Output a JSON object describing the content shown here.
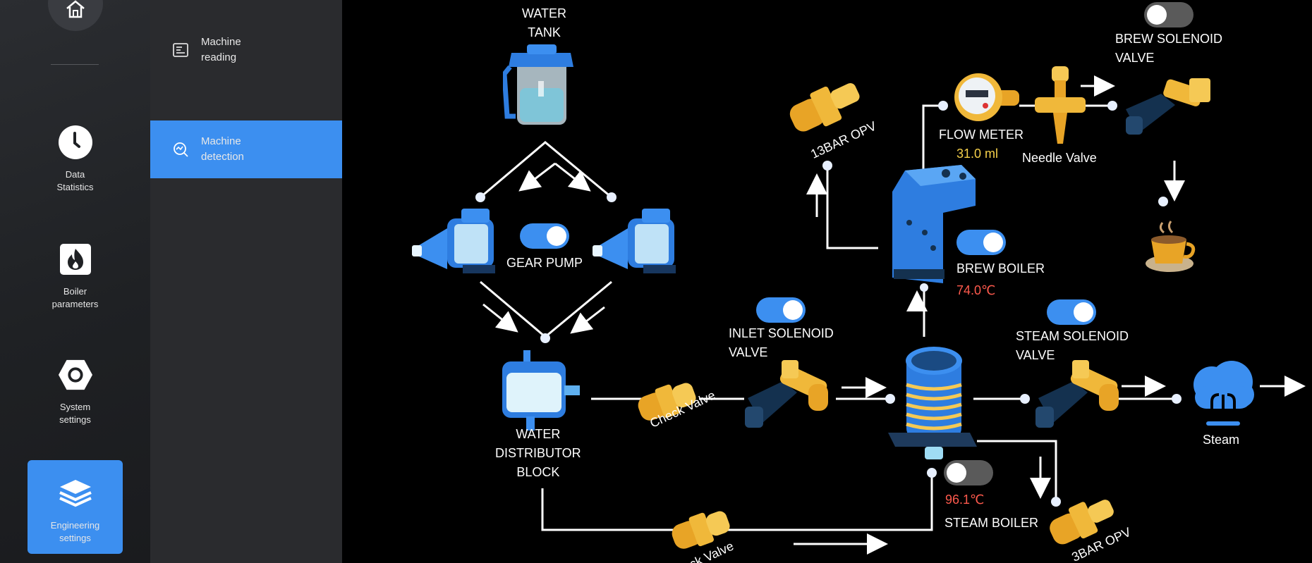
{
  "nav": {
    "items": [
      {
        "label": "Data\nStatistics"
      },
      {
        "label": "Boiler\nparameters"
      },
      {
        "label": "System\nsettings"
      },
      {
        "label": "Engineering\nsettings"
      }
    ]
  },
  "submenu": {
    "items": [
      {
        "label": "Machine\nreading"
      },
      {
        "label": "Machine\ndetection"
      }
    ]
  },
  "diagram": {
    "water_tank": "WATER\nTANK",
    "gear_pump": "GEAR PUMP",
    "water_distributor": "WATER\nDISTRIBUTOR\nBLOCK",
    "check_valve_1": "Check Valve",
    "check_valve_2": "ck Valve",
    "inlet_solenoid": "INLET SOLENOID\nVALVE",
    "opv_13bar": "13BAR OPV",
    "opv_3bar": "3BAR OPV",
    "flow_meter": "FLOW METER",
    "flow_value": "31.0 ml",
    "needle_valve": "Needle Valve",
    "brew_solenoid": "BREW SOLENOID\nVALVE",
    "brew_boiler": "BREW BOILER",
    "brew_temp": "74.0℃",
    "steam_solenoid": "STEAM SOLENOID\nVALVE",
    "steam": "Steam",
    "steam_boiler": "STEAM BOILER",
    "steam_temp": "96.1℃"
  },
  "toggles": {
    "gear_pump": "on",
    "inlet_solenoid": "on",
    "brew_boiler": "on",
    "steam_solenoid": "on",
    "brew_solenoid": "off",
    "steam_boiler": "off"
  },
  "colors": {
    "accent": "#3c8ff0",
    "yellow_value": "#f5d04a",
    "red_value": "#ff5a4d"
  }
}
